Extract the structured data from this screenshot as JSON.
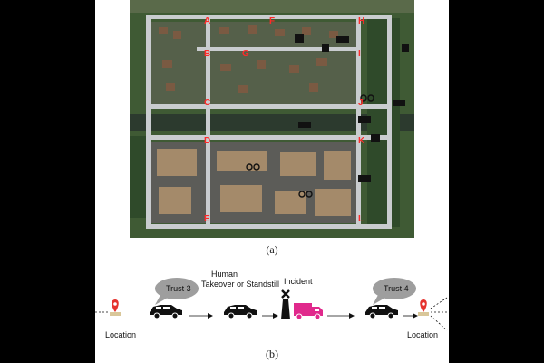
{
  "map": {
    "points": [
      {
        "id": "A",
        "label": "A"
      },
      {
        "id": "B",
        "label": "B"
      },
      {
        "id": "C",
        "label": "C"
      },
      {
        "id": "D",
        "label": "D"
      },
      {
        "id": "E",
        "label": "E"
      },
      {
        "id": "F",
        "label": "F"
      },
      {
        "id": "G",
        "label": "G"
      },
      {
        "id": "H",
        "label": "H"
      },
      {
        "id": "I",
        "label": "I"
      },
      {
        "id": "J",
        "label": "J"
      },
      {
        "id": "K",
        "label": "K"
      },
      {
        "id": "L",
        "label": "L"
      }
    ],
    "label_color": "#ff2a2a",
    "road_color": "#c9cccf",
    "grass_color": "#3f5a34",
    "water_color": "#2c3a2e"
  },
  "captions": {
    "a": "(a)",
    "b": "(b)"
  },
  "flow": {
    "start_location": "Location",
    "end_location": "Location",
    "trust_start": "Trust 3",
    "trust_end": "Trust 4",
    "takeover_line1": "Human",
    "takeover_line2": "Takeover or Standstill",
    "incident": "Incident",
    "pin_color": "#e5322d",
    "truck_color": "#e0298c",
    "bubble_color": "#9e9e9e"
  }
}
